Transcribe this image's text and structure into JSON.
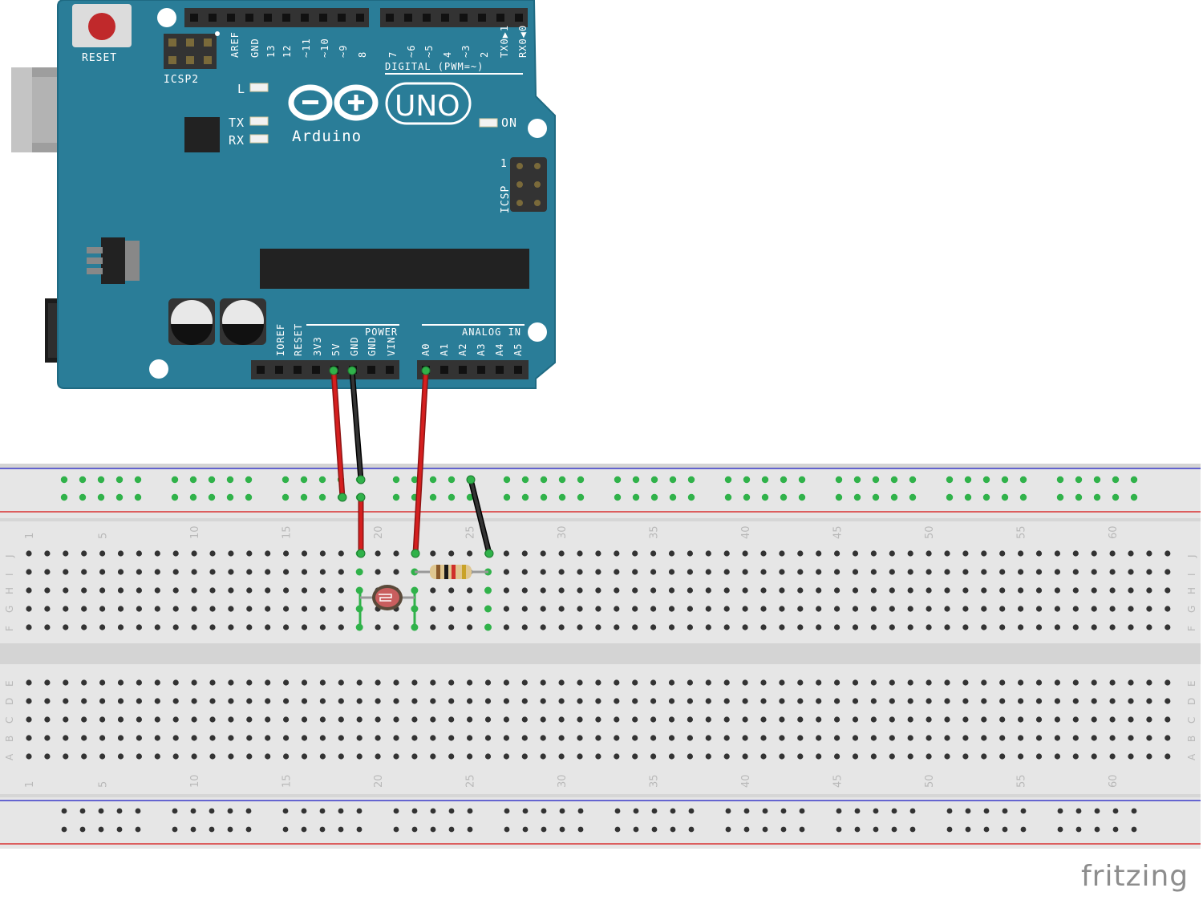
{
  "board": {
    "name": "Arduino",
    "model": "UNO",
    "reset_label": "RESET",
    "icsp2_label": "ICSP2",
    "icsp_label": "ICSP",
    "icsp_pin1_label": "1",
    "led_labels": {
      "l": "L",
      "tx": "TX",
      "rx": "RX",
      "on": "ON"
    },
    "digital_label": "DIGITAL (PWM=~)",
    "digital_pins": [
      "AREF",
      "GND",
      "13",
      "12",
      "~11",
      "~10",
      "~9",
      "8",
      "7",
      "~6",
      "~5",
      "4",
      "~3",
      "2",
      "TX0▶1",
      "RX0◀0"
    ],
    "power_label": "POWER",
    "power_pins": [
      "IOREF",
      "RESET",
      "3V3",
      "5V",
      "GND",
      "GND",
      "VIN"
    ],
    "analog_label": "ANALOG IN",
    "analog_pins": [
      "A0",
      "A1",
      "A2",
      "A3",
      "A4",
      "A5"
    ],
    "colors": {
      "pcb": "#2a7d98",
      "pcb_edge": "#1f6a82",
      "header": "#333333",
      "reset": "#c0292b"
    }
  },
  "breadboard": {
    "column_labels": [
      "1",
      "5",
      "10",
      "15",
      "20",
      "25",
      "30",
      "35",
      "40",
      "45",
      "50",
      "55",
      "60"
    ],
    "column_numbers": [
      1,
      5,
      10,
      15,
      20,
      25,
      30,
      35,
      40,
      45,
      50,
      55,
      60
    ],
    "top_rows": [
      "J",
      "I",
      "H",
      "G",
      "F"
    ],
    "bottom_rows": [
      "E",
      "D",
      "C",
      "B",
      "A"
    ],
    "columns": 63,
    "colors": {
      "body": "#e8e8e8",
      "hole": "#333333",
      "active": "#30b24a",
      "rail_blue": "#3a3ac8",
      "rail_red": "#d83030"
    }
  },
  "components": {
    "photoresistor": "LDR",
    "resistor": "resistor",
    "wire_colors": {
      "red": "#d51f1f",
      "black": "#1a1a1a"
    }
  },
  "watermark": "fritzing"
}
